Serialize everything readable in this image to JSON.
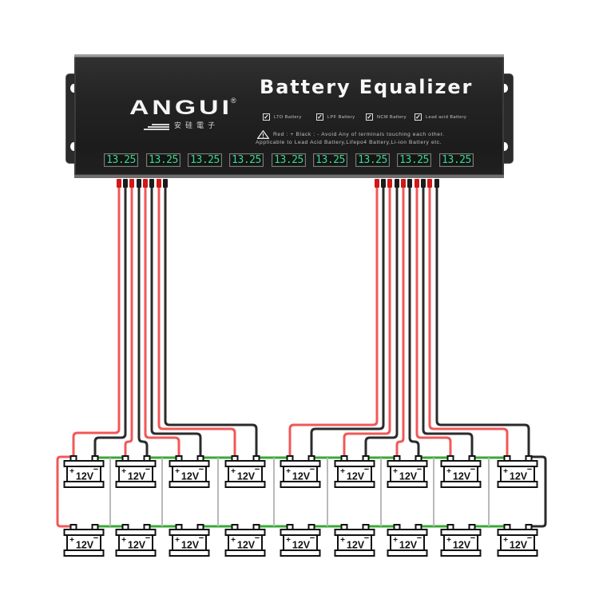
{
  "device": {
    "brand": "ANGUI",
    "registered_mark": "®",
    "brand_subtitle": "安硅電子",
    "title": "Battery Equalizer",
    "check_glyph": "✓",
    "battery_types": [
      {
        "label": "LTO Battery",
        "checked": true
      },
      {
        "label": "LPF Battery",
        "checked": true
      },
      {
        "label": "NCM Battery",
        "checked": true
      },
      {
        "label": "Lead acid Battery",
        "checked": true
      }
    ],
    "warning_icon": "warning-triangle",
    "warning_line1": "Red : +   Black : -   Avoid Any of terminals touching each other.",
    "warning_line2": "Applicable to Lead Acid Battery,Lifepo4 Battery,Li-ion Battery etc.",
    "displays": [
      "13.25",
      "13.25",
      "13.25",
      "13.25",
      "13.25",
      "13.25",
      "13.25",
      "13.25",
      "13.25"
    ],
    "display_digit_color": "#38d890"
  },
  "connectors": {
    "left_group": [
      "red",
      "black",
      "red",
      "black",
      "red",
      "black",
      "red",
      "black"
    ],
    "right_group": [
      "red",
      "black",
      "red",
      "black",
      "red",
      "black",
      "red",
      "black",
      "red",
      "black"
    ]
  },
  "wiring_colors": {
    "positive": "#f05858",
    "negative": "#2b2b2b",
    "series_link": "#3aa836",
    "divider": "#b9b9b9",
    "plug_red": "#d11818",
    "plug_black": "#1c1c1c",
    "battery_outline": "#111111"
  },
  "batteries": {
    "positive_symbol": "+",
    "negative_symbol": "−",
    "top_row": [
      "12V",
      "12V",
      "12V",
      "12V",
      "12V",
      "12V",
      "12V",
      "12V",
      "12V"
    ],
    "bottom_row": [
      "12V",
      "12V",
      "12V",
      "12V",
      "12V",
      "12V",
      "12V",
      "12V",
      "12V"
    ]
  }
}
